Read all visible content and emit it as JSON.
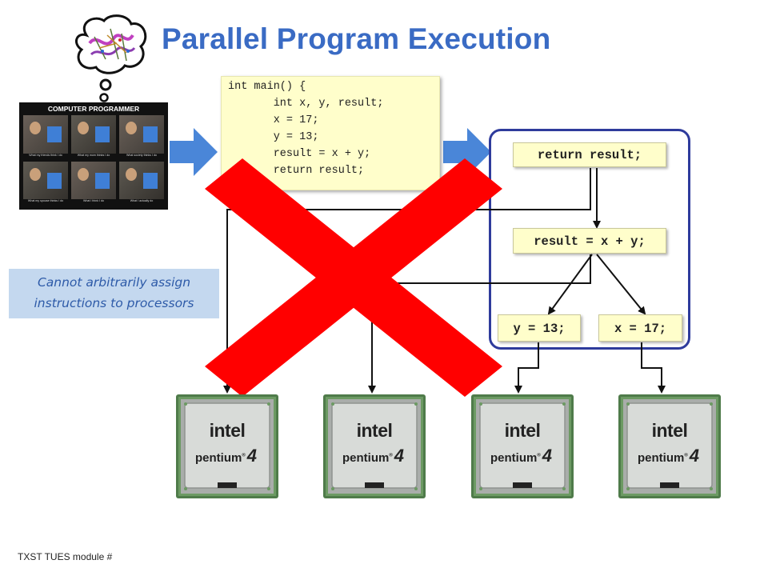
{
  "title": "Parallel Program Execution",
  "poster": {
    "heading": "COMPUTER PROGRAMMER",
    "captions": [
      "What my friends think I do",
      "What my mom thinks I do",
      "What society thinks I do",
      "What my spouse thinks I do",
      "What I think I do",
      "What I actually do"
    ]
  },
  "code": {
    "lines": [
      "int main() {",
      "       int x, y, result;",
      "       x = 17;",
      "       y = 13;",
      "       result = x + y;",
      "       return result;"
    ]
  },
  "graph": {
    "return_node": "return result;",
    "sum_node": "result = x + y;",
    "y_node": "y = 13;",
    "x_node": "x = 17;"
  },
  "note": {
    "line1": "Cannot arbitrarily assign",
    "line2": "instructions to processors"
  },
  "cpu": {
    "brand": "intel",
    "model": "pentium",
    "version": "4"
  },
  "footer": "TXST TUES module #",
  "colors": {
    "title": "#3a6bc4",
    "arrow": "#4a86d8",
    "cross": "#ff0000",
    "frame": "#2e3b9c",
    "note_bg": "#c4d8ef"
  }
}
